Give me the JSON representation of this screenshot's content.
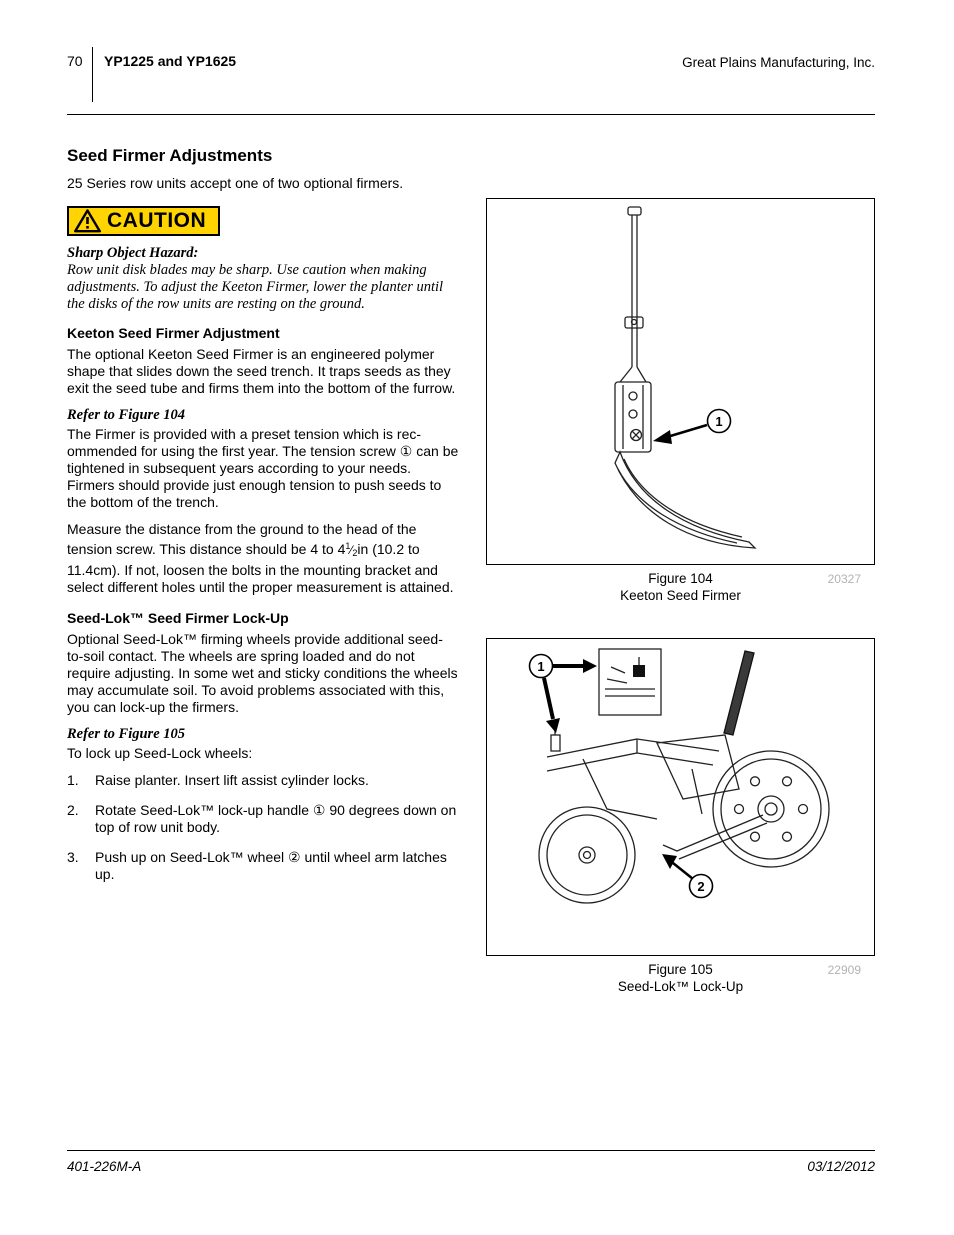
{
  "header": {
    "page_number": "70",
    "title": "YP1225 and YP1625",
    "company": "Great Plains Manufacturing, Inc."
  },
  "content": {
    "heading": "Seed Firmer Adjustments",
    "intro": "25 Series row units accept one of two optional firmers.",
    "caution": {
      "label": "CAUTION",
      "hazard_title": "Sharp Object Hazard:",
      "hazard_text": "Row unit disk blades may be sharp. Use caution when making adjustments. To adjust the Keeton Firmer, lower the planter until the disks of the row units are resting on the ground."
    },
    "keeton": {
      "heading": "Keeton Seed Firmer Adjustment",
      "p1": "The optional Keeton Seed Firmer is an engineered poly­mer shape that slides down the seed trench. It traps seeds as they exit the seed tube and firms them into the bottom of the furrow.",
      "refer": "Refer to Figure 104",
      "p2": "The Firmer is provided with a preset tension which is rec­ommended for using the first year. The tension screw ① can be tightened in subsequent years according to your needs. Firmers should provide just enough tension to push seeds to the bottom of the trench.",
      "p3": {
        "before": "Measure the distance from the ground to the head of the tension screw. This distance should be 4 to 4",
        "frac_num": "1",
        "frac_slash": "⁄",
        "frac_den": "2",
        "after": "in (10.2 to 11.4cm). If not, loosen the bolts in the mounting bracket and select different holes until the proper mea­surement is attained."
      }
    },
    "seedlok": {
      "heading": "Seed-Lok™ Seed Firmer Lock-Up",
      "p1": "Optional Seed-Lok™ firming wheels provide additional seed-to-soil contact. The wheels are spring loaded and do not require adjusting. In some wet and sticky condi­tions the wheels may accumulate soil. To avoid problems associated with this, you can lock-up the firmers.",
      "refer": "Refer to Figure 105",
      "lead": "To lock up Seed-Lock wheels:",
      "steps": [
        {
          "num": "1.",
          "text": "Raise planter. Insert lift assist cylinder locks."
        },
        {
          "num": "2.",
          "text": "Rotate Seed-Lok™ lock-up handle ① 90 degrees down on top of row unit body."
        },
        {
          "num": "3.",
          "text": "Push up on Seed-Lok™ wheel ② until wheel arm latches up."
        }
      ]
    }
  },
  "figures": {
    "fig104": {
      "label": "Figure 104",
      "ref_number": "20327",
      "caption": "Keeton Seed Firmer",
      "callout_1": "1"
    },
    "fig105": {
      "label": "Figure 105",
      "ref_number": "22909",
      "caption": "Seed-Lok™ Lock-Up",
      "callout_1": "1",
      "callout_2": "2"
    }
  },
  "footer": {
    "doc_number": "401-226M-A",
    "date": "03/12/2012"
  }
}
